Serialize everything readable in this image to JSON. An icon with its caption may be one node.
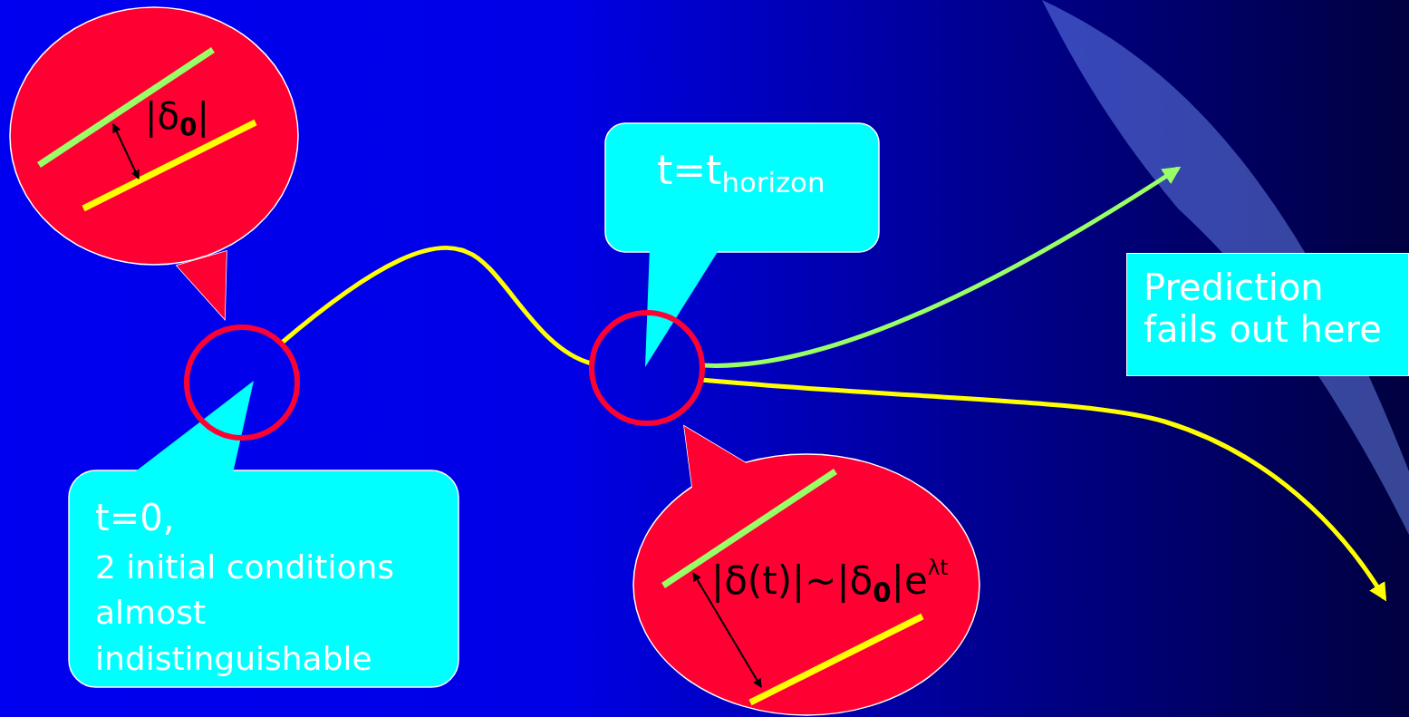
{
  "diagram": {
    "nodes": [
      {
        "text": [
          "|δ$_{0}$|"
        ]
      },
      {
        "text": [
          "t=t$_{horizon}$"
        ]
      },
      {
        "text": [
          "Prediction fails out here"
        ]
      },
      {
        "text": [
          "t=0,",
          "2 initial conditions almost indistinguishable"
        ]
      },
      {
        "text": [
          "|δ(t)|~|δ$_{0}$|e$^{λt}$"
        ]
      },
      {
        "text": [],
        "shape": "circle"
      },
      {
        "text": [],
        "shape": "circle"
      }
    ],
    "edges": [
      {
        "from": 5,
        "to": 6,
        "arrow": "none",
        "color": "#ffff00"
      },
      {
        "from": 6,
        "to": null,
        "arrow": "to",
        "color": "#99ff66"
      },
      {
        "from": 6,
        "to": null,
        "arrow": "to",
        "color": "#ffff00"
      }
    ]
  }
}
